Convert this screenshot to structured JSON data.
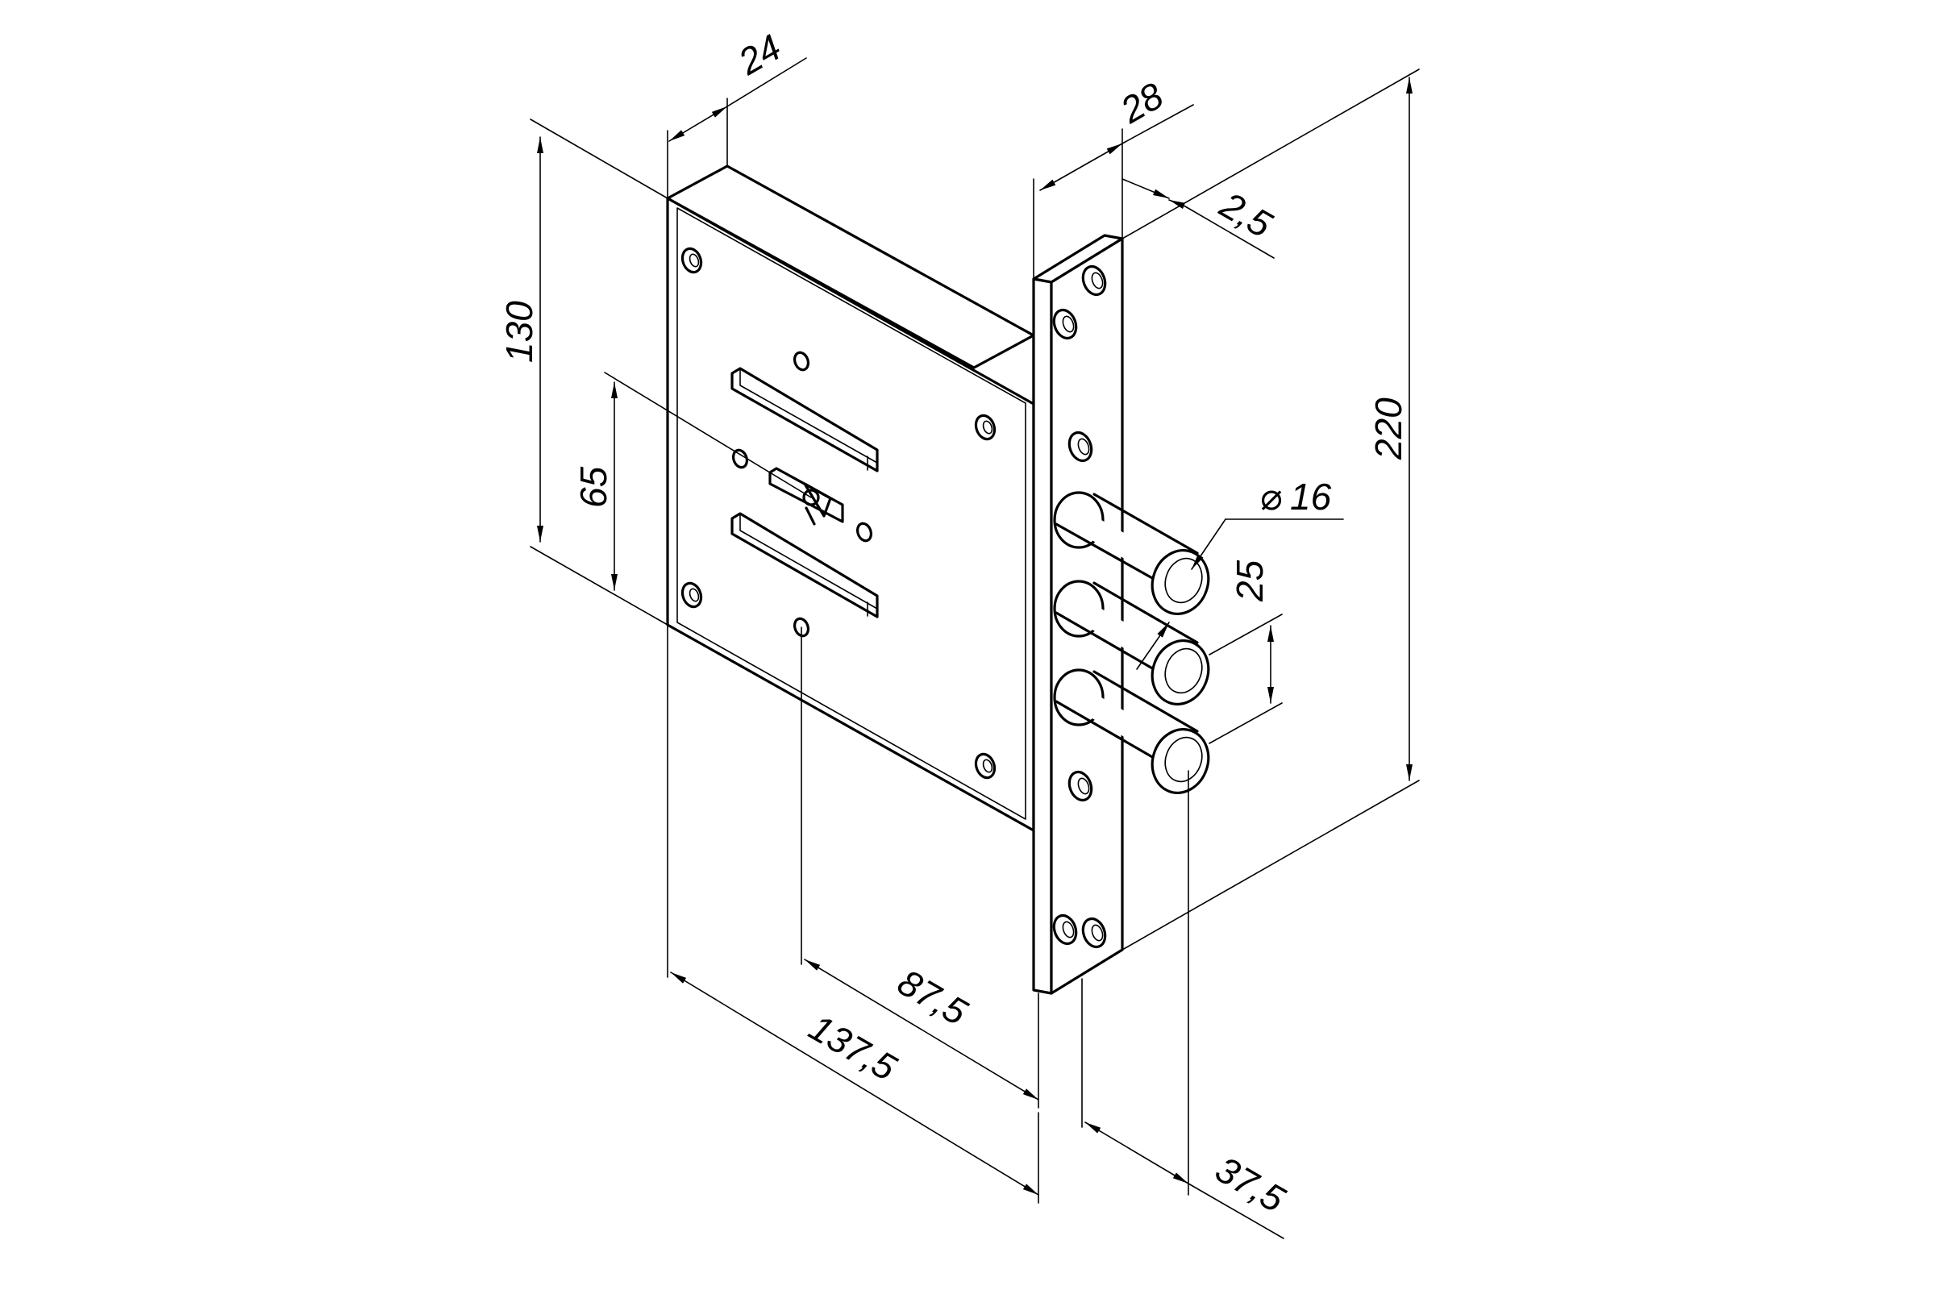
{
  "dimensions": {
    "case_depth": "24",
    "faceplate_offset": "28",
    "faceplate_thickness": "2,5",
    "case_height": "130",
    "keyhole_height": "65",
    "faceplate_length": "220",
    "bolt_diameter": "16",
    "bolt_spacing": "25",
    "backset": "87,5",
    "case_width": "137,5",
    "bolt_throw": "37,5"
  },
  "symbols": {
    "diameter_sign": "⌀"
  }
}
